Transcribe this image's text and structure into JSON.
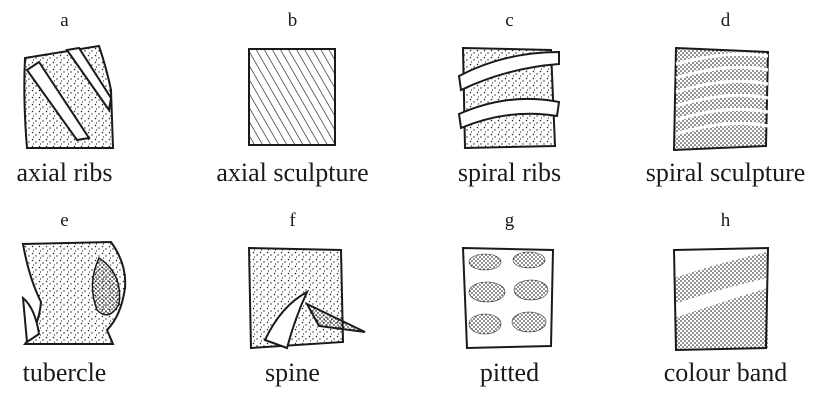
{
  "panels": [
    {
      "letter": "a",
      "caption": "axial ribs"
    },
    {
      "letter": "b",
      "caption": "axial sculpture"
    },
    {
      "letter": "c",
      "caption": "spiral ribs"
    },
    {
      "letter": "d",
      "caption": "spiral sculpture"
    },
    {
      "letter": "e",
      "caption": "tubercle"
    },
    {
      "letter": "f",
      "caption": "spine"
    },
    {
      "letter": "g",
      "caption": "pitted"
    },
    {
      "letter": "h",
      "caption": "colour band"
    }
  ]
}
